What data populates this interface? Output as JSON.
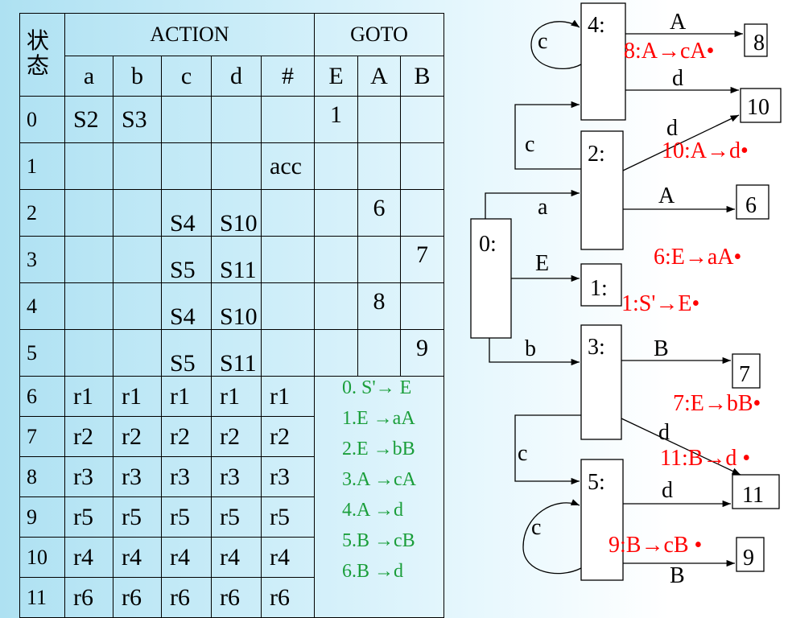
{
  "table": {
    "state_header": "状\n态",
    "action_header": "ACTION",
    "goto_header": "GOTO",
    "action_cols": [
      "a",
      "b",
      "c",
      "d",
      "#"
    ],
    "goto_cols": [
      "E",
      "A",
      "B"
    ],
    "rows": [
      {
        "state": "0",
        "action": [
          "S2",
          "S3",
          "",
          "",
          ""
        ],
        "goto": [
          "1",
          "",
          ""
        ]
      },
      {
        "state": "1",
        "action": [
          "",
          "",
          "",
          "",
          "acc"
        ],
        "goto": [
          "",
          "",
          ""
        ]
      },
      {
        "state": "2",
        "action": [
          "",
          "",
          "S4",
          "S10",
          ""
        ],
        "goto": [
          "",
          "6",
          ""
        ]
      },
      {
        "state": "3",
        "action": [
          "",
          "",
          "S5",
          "S11",
          ""
        ],
        "goto": [
          "",
          "",
          "7"
        ]
      },
      {
        "state": "4",
        "action": [
          "",
          "",
          "S4",
          "S10",
          ""
        ],
        "goto": [
          "",
          "8",
          ""
        ]
      },
      {
        "state": "5",
        "action": [
          "",
          "",
          "S5",
          "S11",
          ""
        ],
        "goto": [
          "",
          "",
          "9"
        ]
      },
      {
        "state": "6",
        "action": [
          "r1",
          "r1",
          "r1",
          "r1",
          "r1"
        ]
      },
      {
        "state": "7",
        "action": [
          "r2",
          "r2",
          "r2",
          "r2",
          "r2"
        ]
      },
      {
        "state": "8",
        "action": [
          "r3",
          "r3",
          "r3",
          "r3",
          "r3"
        ]
      },
      {
        "state": "9",
        "action": [
          "r5",
          "r5",
          "r5",
          "r5",
          "r5"
        ]
      },
      {
        "state": "10",
        "action": [
          "r4",
          "r4",
          "r4",
          "r4",
          "r4"
        ]
      },
      {
        "state": "11",
        "action": [
          "r6",
          "r6",
          "r6",
          "r6",
          "r6"
        ]
      }
    ]
  },
  "grammar": [
    "0. S'→ E",
    "1.E →aA",
    "2.E →bB",
    "3.A →cA",
    "4.A →d",
    "5.B →cB",
    "6.B →d"
  ],
  "diagram": {
    "states": [
      "0:",
      "1:",
      "2:",
      "3:",
      "4:",
      "5:"
    ],
    "targets": [
      "8",
      "10",
      "6",
      "7",
      "11",
      "9"
    ],
    "edge_labels": {
      "a": "a",
      "b": "b",
      "E": "E",
      "c2to4": "c",
      "c3to5": "c",
      "loop4": "c",
      "loop5": "c",
      "A4to8": "A",
      "d4to10": "d",
      "d2to10": "d",
      "A2to6": "A",
      "B3to7": "B",
      "d3to11": "d",
      "d5to11": "d",
      "B5to9": "B"
    },
    "items": {
      "s8": "8:A→cA•",
      "s10": "10:A→d•",
      "s6": "6:E→aA•",
      "s1": "1:S'→E•",
      "s7": "7:E→bB•",
      "s11": "11:B→d •",
      "s9": "9:B→cB •"
    },
    "colors": {
      "item": "#ff0000",
      "grammar": "#1a9e3a",
      "ink": "#000000"
    }
  }
}
